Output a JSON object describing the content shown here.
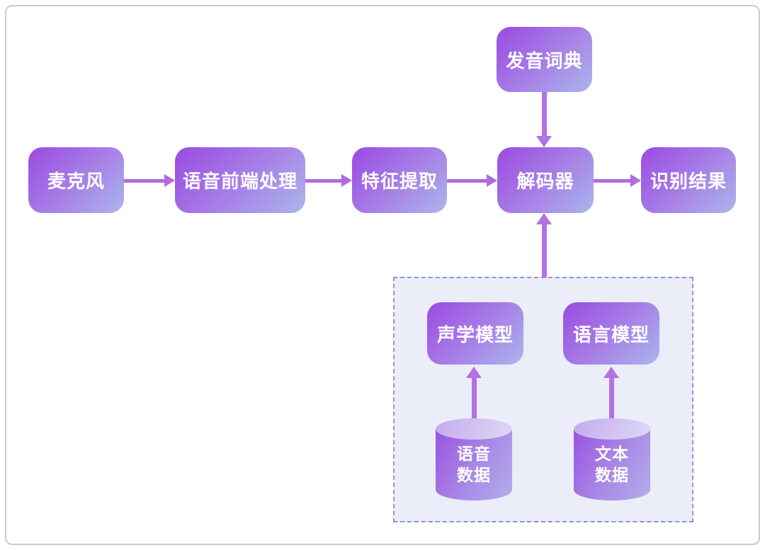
{
  "diagram": {
    "title_hint": "speech-recognition-pipeline-flowchart",
    "nodes": {
      "microphone": "麦克风",
      "frontend": "语音前端处理",
      "feature": "特征提取",
      "decoder": "解码器",
      "result": "识别结果",
      "lexicon": "发音词典",
      "acoustic": "声学模型",
      "language": "语言模型",
      "speech_data": "语音\n数据",
      "text_data": "文本\n数据"
    },
    "colors": {
      "node_gradient_start": "#9a4ae2",
      "node_gradient_end": "#aab6ec",
      "arrow": "#b16ae0",
      "dashed_border": "#9b8ce8",
      "dashed_background": "#ebedf8",
      "cylinder_top_start": "#c4abec",
      "cylinder_top_end": "#ded8f5",
      "cylinder_body_start": "#9a53e0",
      "cylinder_body_end": "#b2aeea",
      "frame_border": "#c9c9ce",
      "text": "#ffffff"
    }
  }
}
